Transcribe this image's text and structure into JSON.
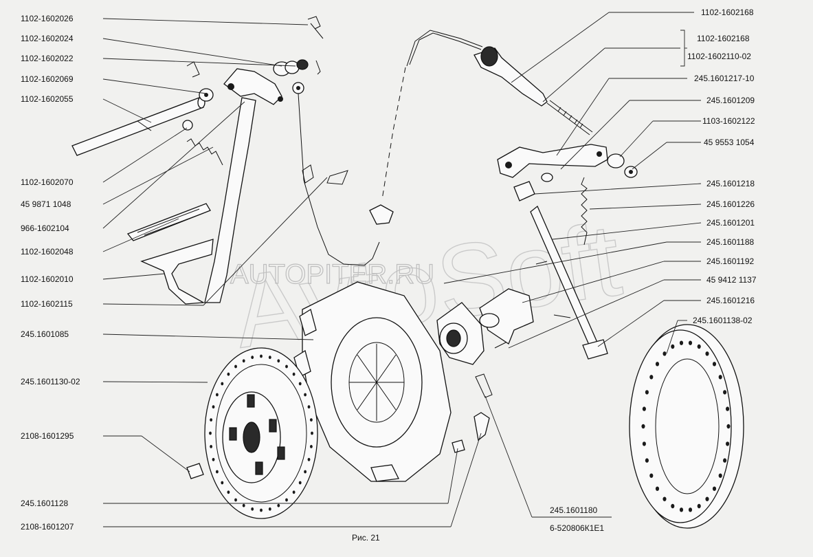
{
  "watermark": {
    "big": "AvtoSoft",
    "text": "AUTOPITER.RU"
  },
  "caption": "Рис. 21",
  "labels": {
    "l1": "1102-1602026",
    "l2": "1102-1602024",
    "l3": "1102-1602022",
    "l4": "1102-1602069",
    "l5": "1102-1602055",
    "l6": "1102-1602070",
    "l7": "45 9871 1048",
    "l8": "966-1602104",
    "l9": "1102-1602048",
    "l10": "1102-1602010",
    "l11": "1102-1602115",
    "l12": "245.1601085",
    "l13": "245.1601130-02",
    "l14": "2108-1601295",
    "l15": "245.1601128",
    "l16": "2108-1601207",
    "r1": "1102-1602168",
    "r2a": "1102-1602168",
    "r2b": "1102-1602110-02",
    "r3": "245.1601217-10",
    "r4": "245.1601209",
    "r5": "1103-1602122",
    "r6": "45 9553 1054",
    "r7": "245.1601218",
    "r8": "245.1601226",
    "r9": "245.1601201",
    "r10": "245.1601188",
    "r11": "245.1601192",
    "r12": "45 9412 1137",
    "r13": "245.1601216",
    "r14": "245.1601138-02",
    "b1": "245.1601180",
    "b2": "6-520806К1Е1"
  }
}
